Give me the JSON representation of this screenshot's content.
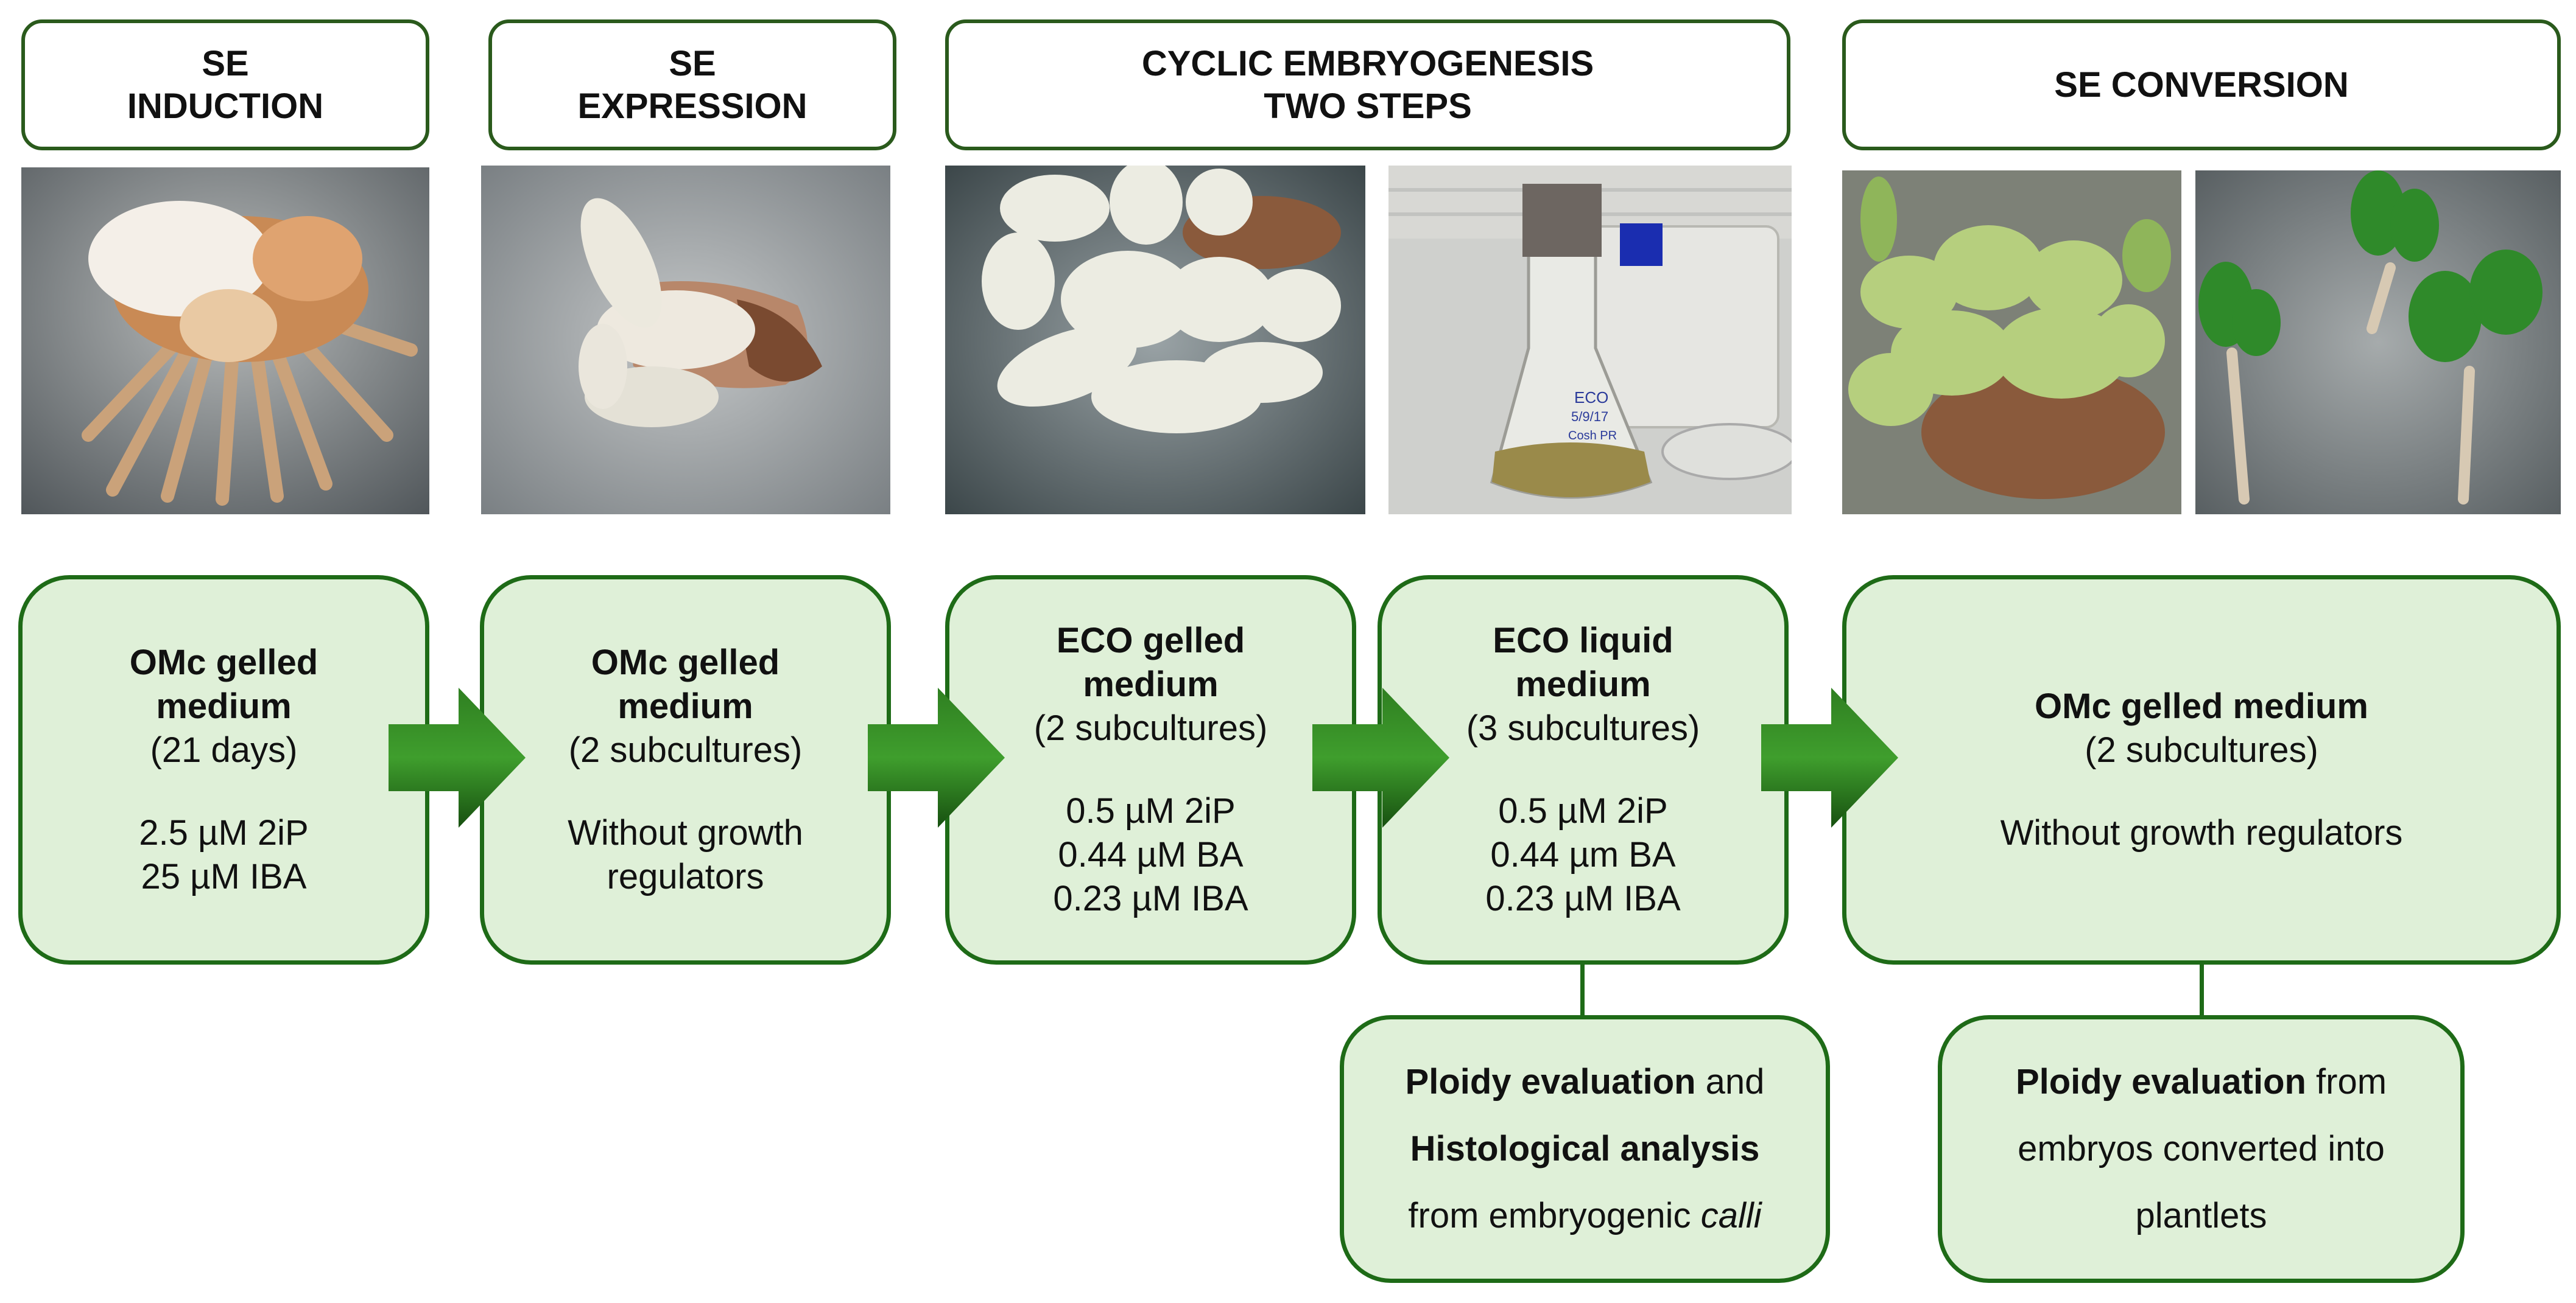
{
  "headers": [
    {
      "line1": "SE",
      "line2": "INDUCTION"
    },
    {
      "line1": "SE",
      "line2": "EXPRESSION"
    },
    {
      "line1": "CYCLIC EMBRYOGENESIS",
      "line2": "TWO STEPS"
    },
    {
      "line1": "SE CONVERSION",
      "line2": ""
    }
  ],
  "photo_labels": {
    "flask_line1": "ECO",
    "flask_line2": "5/9/17",
    "flask_line3": "Cosh PR"
  },
  "stages": [
    {
      "title1": "OMc gelled",
      "title2": "medium",
      "detail": "(21 days)",
      "reg1": "2.5 µM 2iP",
      "reg2": "25 µM IBA",
      "reg3": ""
    },
    {
      "title1": "OMc gelled",
      "title2": "medium",
      "detail": "(2 subcultures)",
      "reg1": "Without growth",
      "reg2": "regulators",
      "reg3": ""
    },
    {
      "title1": "ECO gelled",
      "title2": "medium",
      "detail": "(2 subcultures)",
      "reg1": "0.5 µM 2iP",
      "reg2": "0.44 µM BA",
      "reg3": "0.23 µM IBA"
    },
    {
      "title1": "ECO liquid",
      "title2": "medium",
      "detail": "(3 subcultures)",
      "reg1": "0.5 µM 2iP",
      "reg2": "0.44 µm BA",
      "reg3": "0.23 µM IBA"
    },
    {
      "title1": "OMc gelled medium",
      "title2": "",
      "detail": "(2 subcultures)",
      "reg1": "Without growth regulators",
      "reg2": "",
      "reg3": ""
    }
  ],
  "analyses": [
    {
      "bold1": "Ploidy evaluation",
      "rest1": " and",
      "bold2": "Histological analysis",
      "line3_pre": "from embryogenic ",
      "line3_italic": "calli"
    },
    {
      "bold1": "Ploidy evaluation",
      "rest1": " from",
      "line2": "embryos converted into",
      "line3": "plantlets"
    }
  ],
  "colors": {
    "box_fill": "#dff0d8",
    "box_border": "#1e6b17",
    "header_border": "#2a5a1c",
    "arrow_dark": "#1e5e13",
    "arrow_light": "#3a9a2a"
  }
}
